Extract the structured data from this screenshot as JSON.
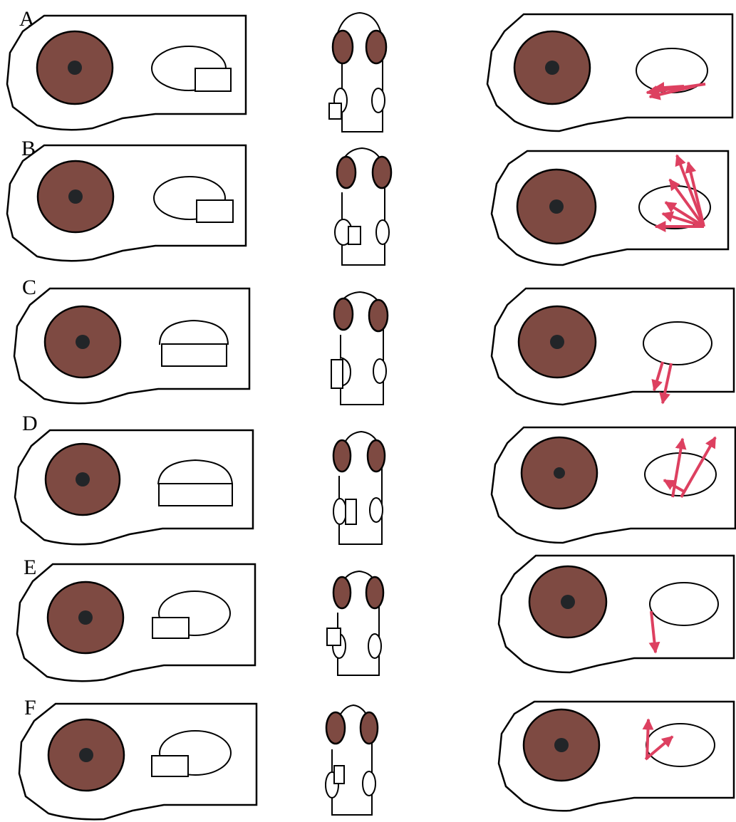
{
  "colors": {
    "eye": "#7e4a42",
    "pupil": "#222528",
    "arrow": "#dd4060",
    "line": "#000000",
    "background": "#ffffff"
  },
  "panels": [
    {
      "label": "A",
      "stimulus_relation": "right-below",
      "top_stimulus": "left-lower"
    },
    {
      "label": "B",
      "stimulus_relation": "right-below",
      "top_stimulus": "right-on"
    },
    {
      "label": "C",
      "stimulus_relation": "bottom-half",
      "top_stimulus": "left-half"
    },
    {
      "label": "D",
      "stimulus_relation": "bottom-half",
      "top_stimulus": "middle"
    },
    {
      "label": "E",
      "stimulus_relation": "left-below",
      "top_stimulus": "left-upper"
    },
    {
      "label": "F",
      "stimulus_relation": "left-below",
      "top_stimulus": "left-upper"
    }
  ]
}
